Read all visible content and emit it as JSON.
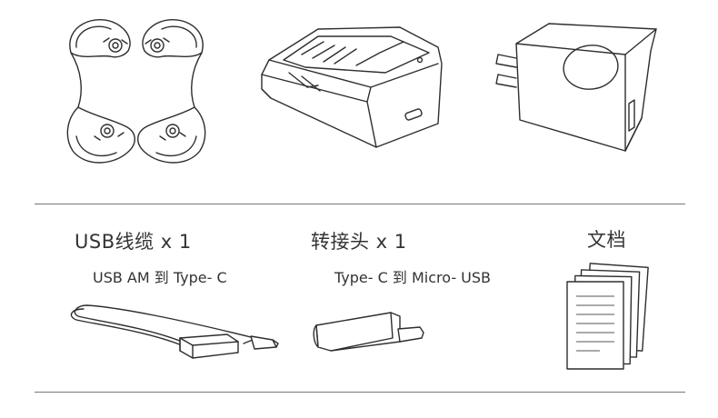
{
  "sections": {
    "cable": {
      "title": "USB线缆 x 1",
      "subtitle": "USB AM 到 Type- C"
    },
    "adapter": {
      "title": "转接头 x 1",
      "subtitle": "Type- C 到 Micro- USB"
    },
    "docs": {
      "title": "文档"
    }
  },
  "icons": {
    "propeller_guards": "propeller-guards-icon",
    "battery_charger": "battery-charger-icon",
    "power_adapter": "power-adapter-icon",
    "usb_cable": "usb-cable-icon",
    "type_c_adapter": "type-c-adapter-icon",
    "documents": "documents-icon"
  },
  "colors": {
    "line": "#2e2e2e",
    "text": "#333333",
    "divider": "#777777"
  }
}
